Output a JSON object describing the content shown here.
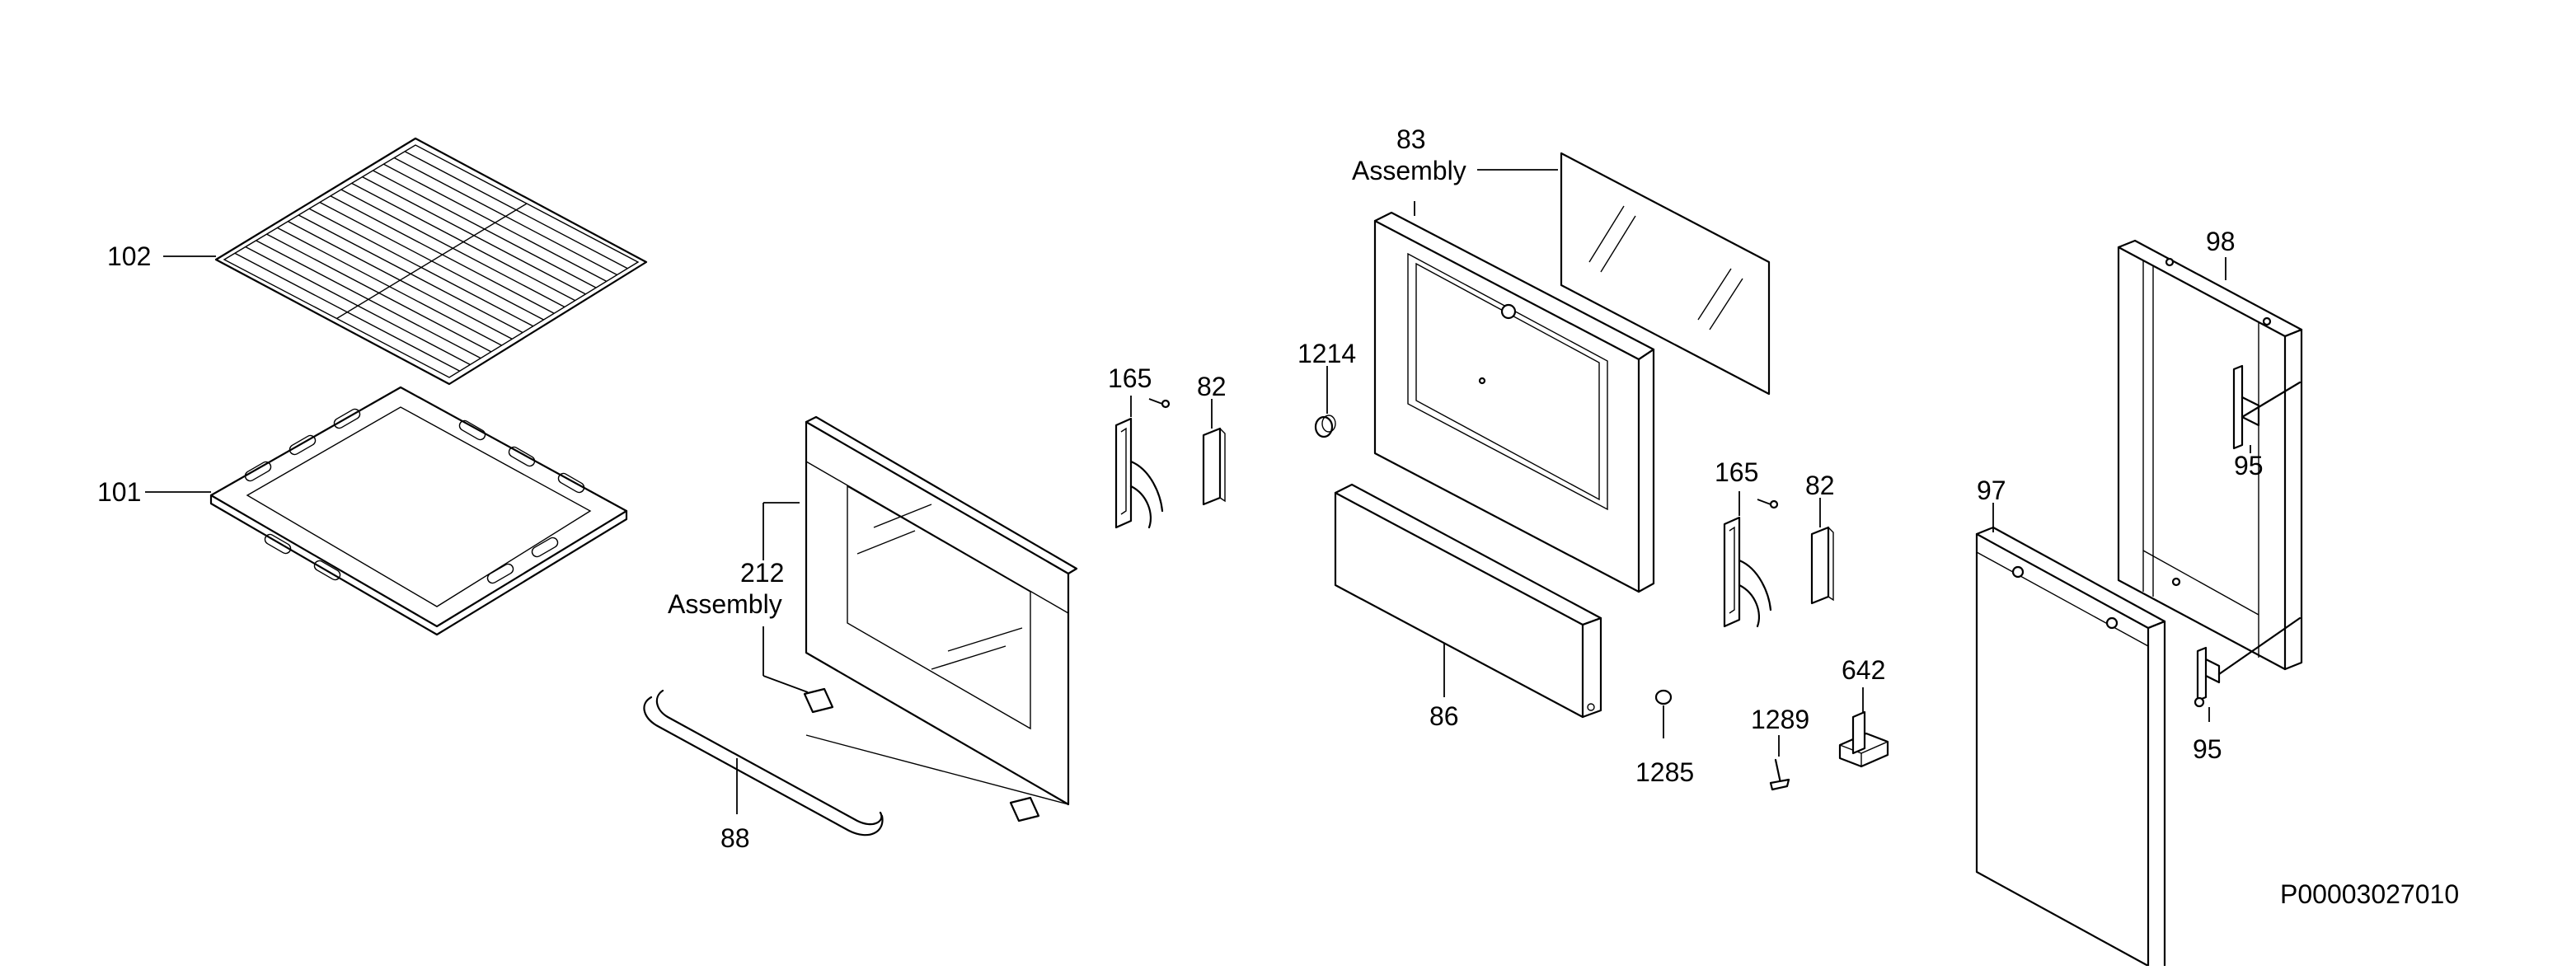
{
  "labels": {
    "l102": "102",
    "l101": "101",
    "l212": "212",
    "l212_sub": "Assembly",
    "l88": "88",
    "l165a": "165",
    "l82a": "82",
    "l1214": "1214",
    "l83": "83",
    "l83_sub": "Assembly",
    "l86": "86",
    "l165b": "165",
    "l82b": "82",
    "l1285": "1285",
    "l1289": "1289",
    "l642": "642",
    "l97": "97",
    "l98": "98",
    "l95a": "95",
    "l95b": "95"
  },
  "drawing_code": "P00003027010",
  "colors": {
    "line": "#000000",
    "background": "#ffffff"
  }
}
